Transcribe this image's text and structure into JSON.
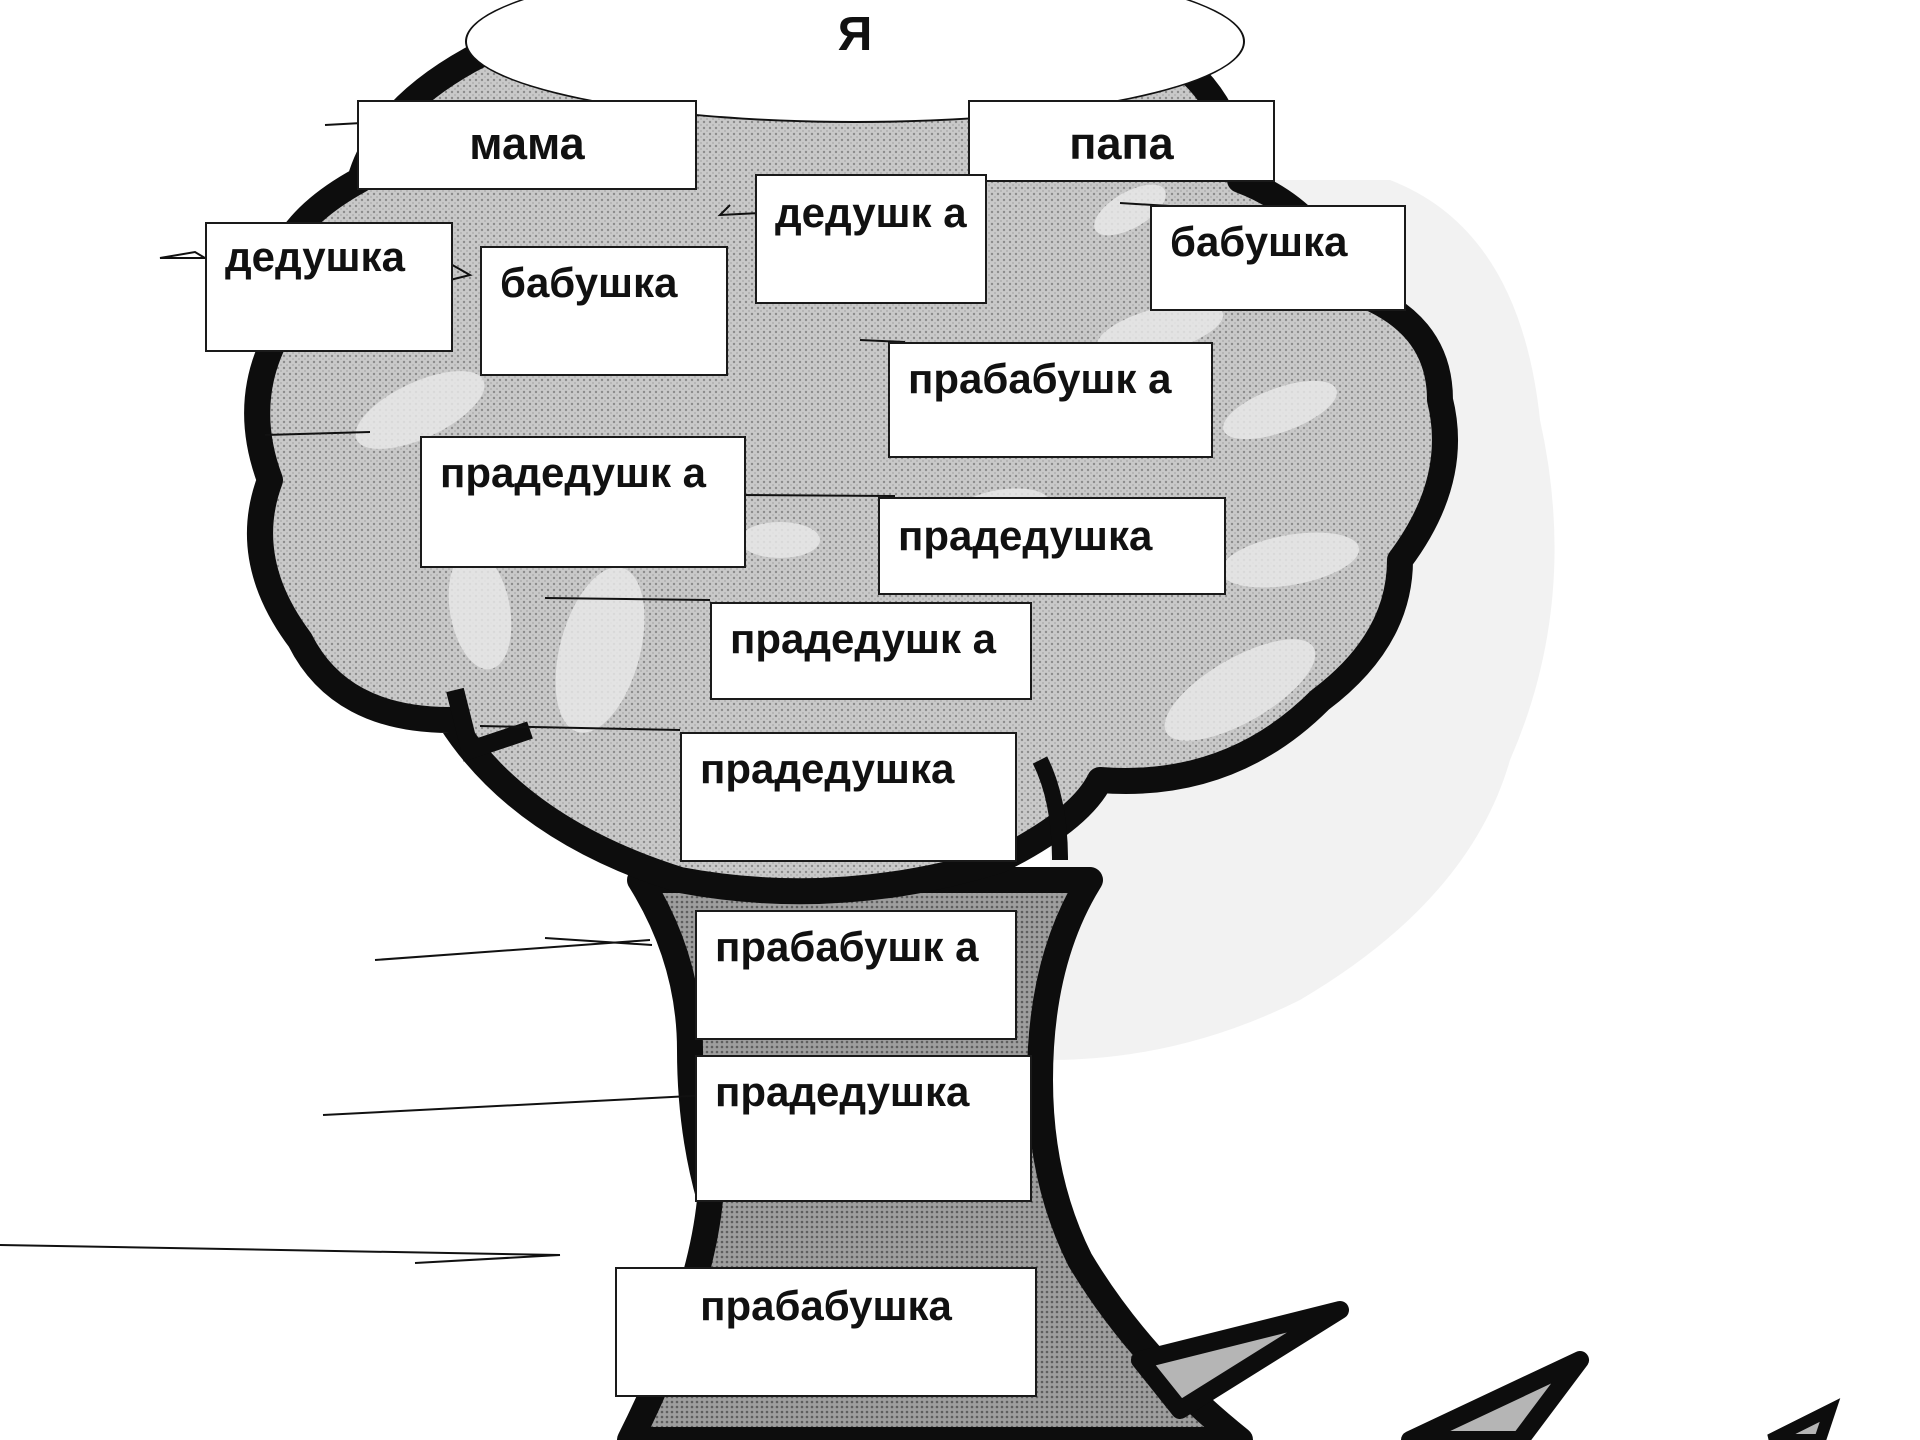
{
  "diagram": {
    "type": "family-tree",
    "me": "Я",
    "labels": {
      "mother": "мама",
      "father": "папа",
      "grandfather_maternal": "дедушка",
      "grandmother_maternal": "бабушка",
      "grandfather_paternal": "дедушк а",
      "grandmother_paternal": "бабушка",
      "great_grandmother_1": "прабабушк а",
      "great_grandfather_1": "прадедушк а",
      "great_grandfather_2": "прадедушка",
      "great_grandfather_3": "прадедушк а",
      "great_grandfather_4": "прадедушка",
      "great_grandmother_2": "прабабушк а",
      "great_grandfather_5": "прадедушка",
      "great_grandmother_3": "прабабушка"
    },
    "colors": {
      "crown_fill": "#c4c4c4",
      "trunk_fill": "#9a9a9a",
      "outline": "#0d0d0d",
      "box_fill": "#ffffff",
      "box_border": "#1a1a1a"
    }
  }
}
